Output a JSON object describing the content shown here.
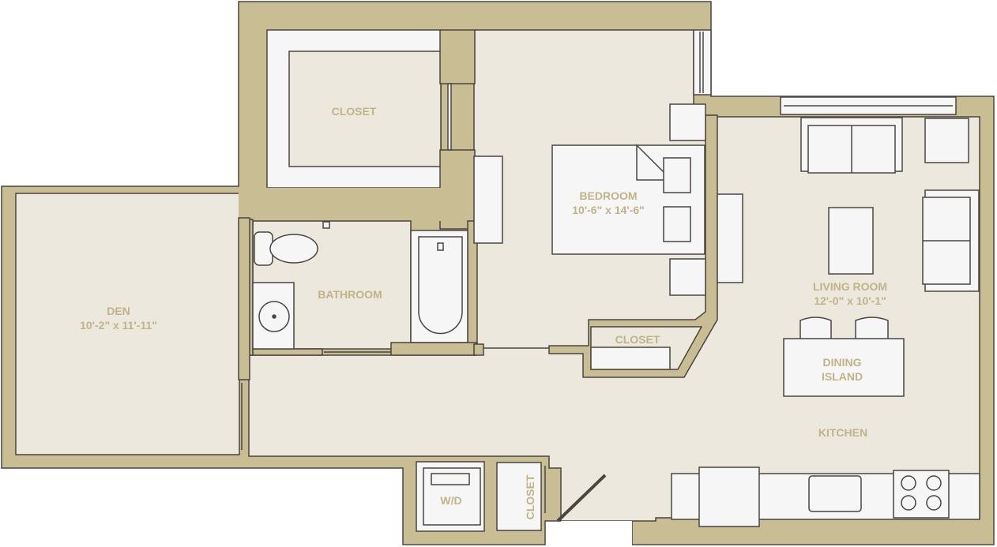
{
  "colors": {
    "wall": "#c8bd93",
    "floor": "#ece8de",
    "fixture": "#f6f6f6",
    "line": "#4a4540",
    "label": "#c2b386"
  },
  "rooms": {
    "den": {
      "name": "DEN",
      "dims": "10'-2\" x 11'-11\""
    },
    "bedroom": {
      "name": "BEDROOM",
      "dims": "10'-6\" x 14'-6\""
    },
    "living_room": {
      "name": "LIVING ROOM",
      "dims": "12'-0\" x 10'-1\""
    },
    "bathroom": {
      "name": "BATHROOM"
    },
    "closet_walkin": {
      "name": "CLOSET"
    },
    "closet_bedroom": {
      "name": "CLOSET"
    },
    "closet_entry": {
      "name": "CLOSET"
    },
    "laundry": {
      "name": "W/D"
    },
    "dining_island": {
      "line1": "DINING",
      "line2": "ISLAND"
    },
    "kitchen": {
      "name": "KITCHEN"
    }
  },
  "icons": {
    "toilet": "toilet-icon",
    "sink": "bathroom-sink-icon",
    "bathtub": "bathtub-icon",
    "bed": "bed-icon",
    "sofa": "sofa-icon",
    "stove": "stove-icon",
    "kitchen_sink": "kitchen-sink-icon",
    "refrigerator": "refrigerator-icon"
  }
}
